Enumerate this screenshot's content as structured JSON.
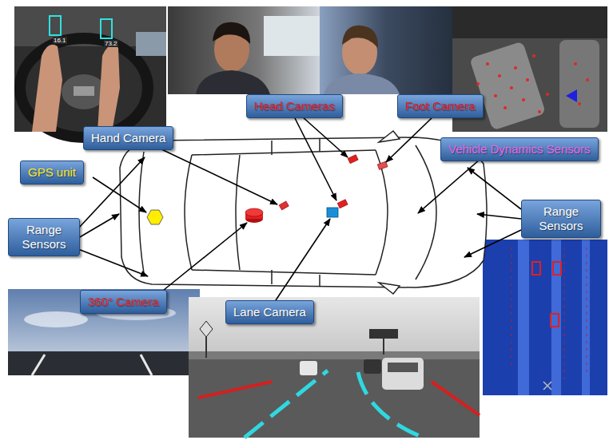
{
  "diagram": {
    "nodes": [
      {
        "text": [
          "Head Cameras"
        ]
      },
      {
        "text": [
          "Foot Camera"
        ]
      },
      {
        "text": [
          "Hand Camera"
        ]
      },
      {
        "text": [
          "Vehicle Dynamics Sensors"
        ]
      },
      {
        "text": [
          "GPS unit"
        ]
      },
      {
        "text": [
          "Range Sensors"
        ]
      },
      {
        "text": [
          "Range Sensors"
        ]
      },
      {
        "text": [
          "360° Camera"
        ]
      },
      {
        "text": [
          "Lane Camera"
        ]
      }
    ],
    "labels": [
      "16.1",
      "73.2"
    ]
  }
}
